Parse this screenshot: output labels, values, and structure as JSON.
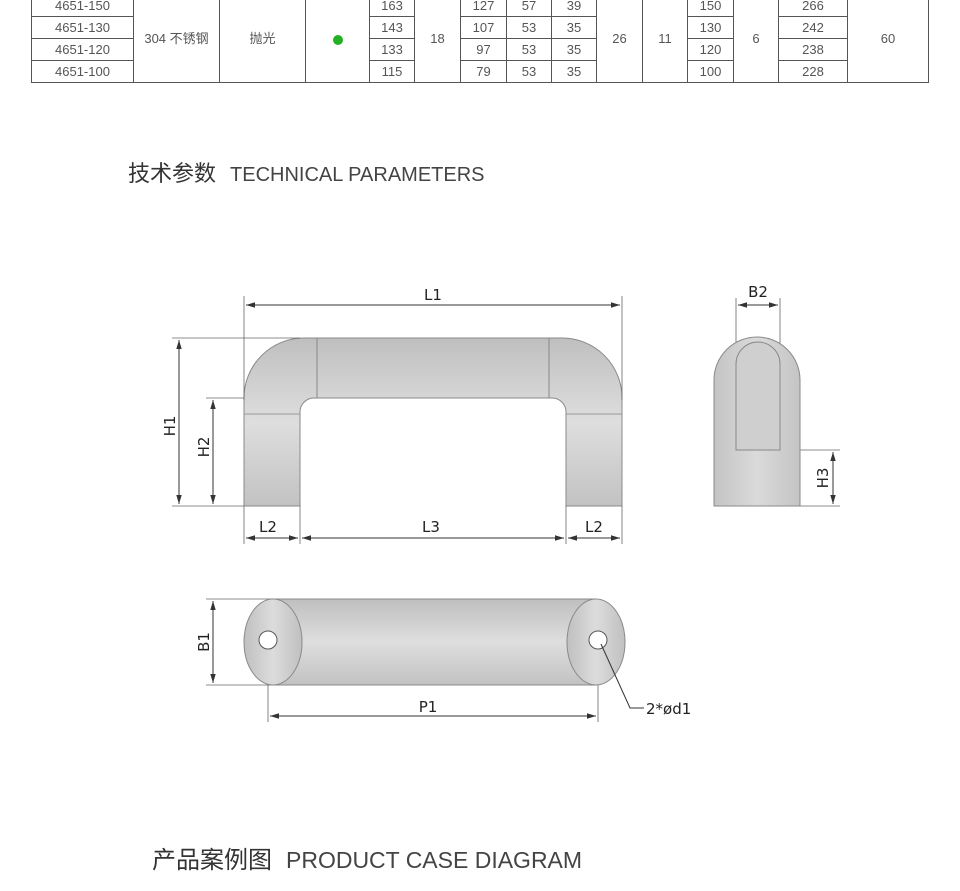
{
  "spec_table": {
    "rows": [
      {
        "model": "4651-150",
        "H2": "163",
        "L2": "127",
        "L3": "57",
        "B1": "39",
        "P1": "150",
        "L1": "266"
      },
      {
        "model": "4651-130",
        "H2": "143",
        "L2": "107",
        "L3": "53",
        "B1": "35",
        "P1": "130",
        "L1": "242"
      },
      {
        "model": "4651-120",
        "H2": "133",
        "L2": "97",
        "L3": "53",
        "B1": "35",
        "P1": "120",
        "L1": "238"
      },
      {
        "model": "4651-100",
        "H2": "115",
        "L2": "79",
        "L3": "53",
        "B1": "35",
        "P1": "100",
        "L1": "228"
      }
    ],
    "material": "304 不锈钢",
    "finish": "抛光",
    "finish_color": "#23b023",
    "col_h1": "18",
    "col_b2": "26",
    "col_h3": "11",
    "col_d1": "6",
    "col_last": "60"
  },
  "tech_params": {
    "title_cn": "技术参数",
    "title_en": "TECHNICAL PARAMETERS"
  },
  "diagram": {
    "labels": {
      "L1": "L1",
      "H1": "H1",
      "H2": "H2",
      "L2_left": "L2",
      "L3": "L3",
      "L2_right": "L2",
      "B2": "B2",
      "H3": "H3",
      "B1": "B1",
      "P1": "P1",
      "hole": "2*ød1"
    }
  },
  "case_diagram": {
    "title_cn": "产品案例图",
    "title_en": "PRODUCT CASE DIAGRAM"
  }
}
